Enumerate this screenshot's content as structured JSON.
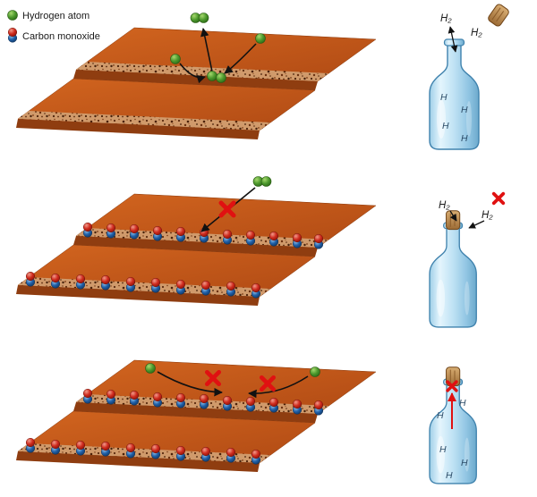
{
  "figure": {
    "legend": {
      "hydrogen_label": "Hydrogen atom",
      "co_label": "Carbon monoxide"
    },
    "labels": {
      "h2": "H₂",
      "h": "H"
    },
    "colors": {
      "hydrogen_green": "#4e9a2e",
      "co_red": "#cf2a1d",
      "co_blue": "#1f5fa8",
      "copper_terrace": "#c65a1f",
      "copper_step": "#8f3d10",
      "speckle_base": "#d09a6b",
      "blocked_red": "#e01111",
      "bottle_glass": "#bfe2f4",
      "cork_brown": "#b5804a",
      "arrow_black": "#111111"
    }
  }
}
